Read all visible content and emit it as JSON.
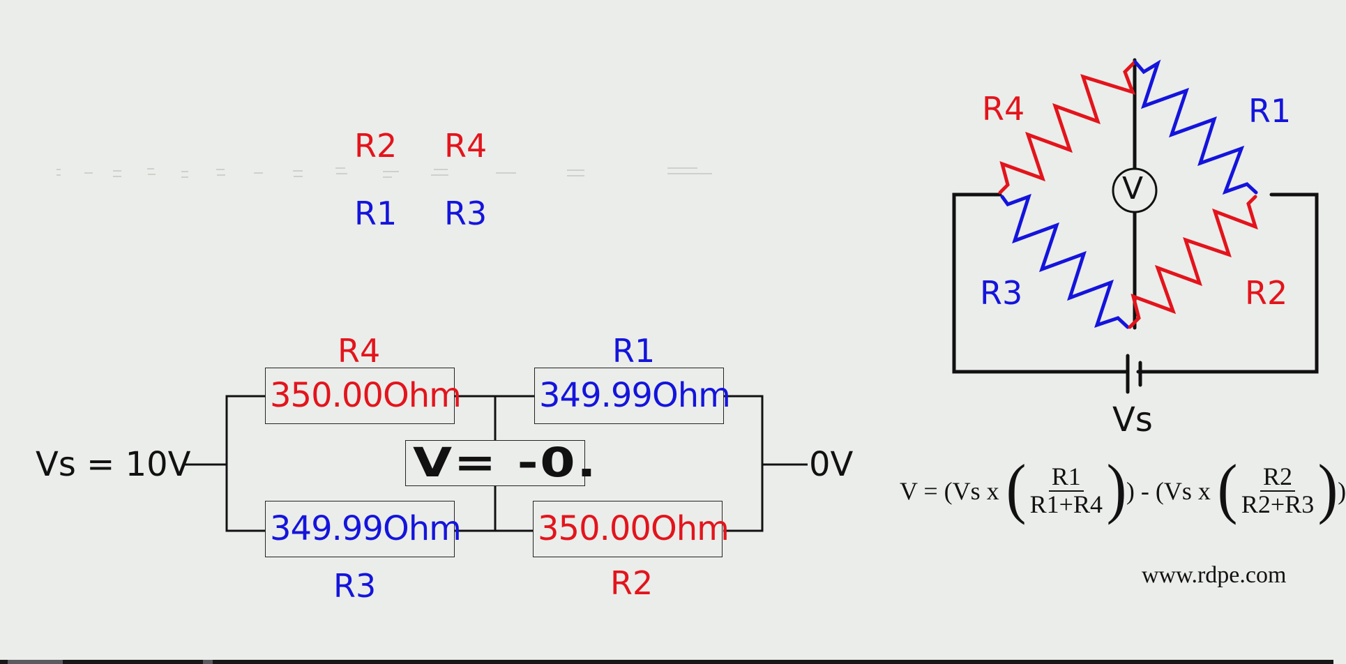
{
  "legend": {
    "top_left": "R2",
    "top_right": "R4",
    "bottom_left": "R1",
    "bottom_right": "R3"
  },
  "left_circuit": {
    "source_label": "Vs = 10V",
    "ground_label": "0V",
    "resistors": {
      "R4": {
        "name": "R4",
        "value": "350.00Ohm",
        "color": "red"
      },
      "R1": {
        "name": "R1",
        "value": "349.99Ohm",
        "color": "blue"
      },
      "R3": {
        "name": "R3",
        "value": "349.99Ohm",
        "color": "blue"
      },
      "R2": {
        "name": "R2",
        "value": "350.00Ohm",
        "color": "red"
      }
    },
    "voltmeter_readout": "V= -0."
  },
  "bridge_diagram": {
    "labels": {
      "R4": "R4",
      "R1": "R1",
      "R3": "R3",
      "R2": "R2"
    },
    "voltmeter_symbol": "V",
    "source_label": "Vs"
  },
  "formula": {
    "lhs": "V = (Vs x",
    "frac1_num": "R1",
    "frac1_den": "R1+R4",
    "mid": ") - (Vs x",
    "frac2_num": "R2",
    "frac2_den": "R2+R3",
    "end": ")",
    "open_paren": "(",
    "close_paren": ")"
  },
  "website": "www.rdpe.com",
  "colors": {
    "red": "#e3141c",
    "blue": "#1414dc",
    "wire": "#111111",
    "background": "#ebedea"
  }
}
